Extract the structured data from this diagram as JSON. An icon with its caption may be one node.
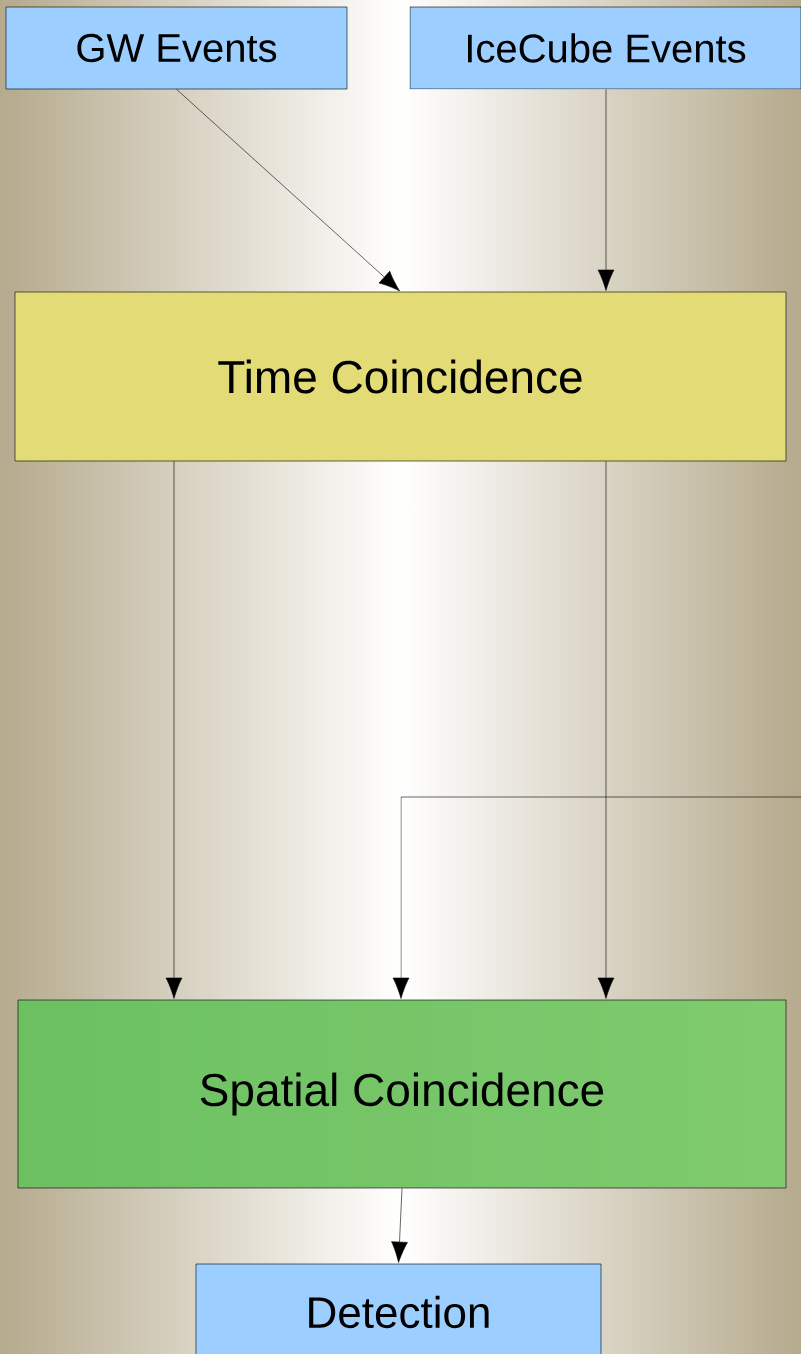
{
  "diagram": {
    "nodes": [
      {
        "text": [
          "GW Events"
        ]
      },
      {
        "text": [
          "IceCube Events"
        ]
      },
      {
        "text": [
          "Time Coincidence"
        ]
      },
      {
        "text": [
          "Spatial Coincidence"
        ]
      },
      {
        "text": [
          "Detection"
        ]
      }
    ],
    "edges": [
      {
        "from": 0,
        "to": 2,
        "arrow": "to"
      },
      {
        "from": 1,
        "to": 2,
        "arrow": "to"
      },
      {
        "from": 2,
        "to": 3,
        "arrow": "to"
      },
      {
        "from": 2,
        "to": 3,
        "arrow": "to"
      },
      {
        "from": null,
        "to": 3,
        "arrow": "to"
      },
      {
        "from": 3,
        "to": 4,
        "arrow": "to"
      }
    ]
  }
}
